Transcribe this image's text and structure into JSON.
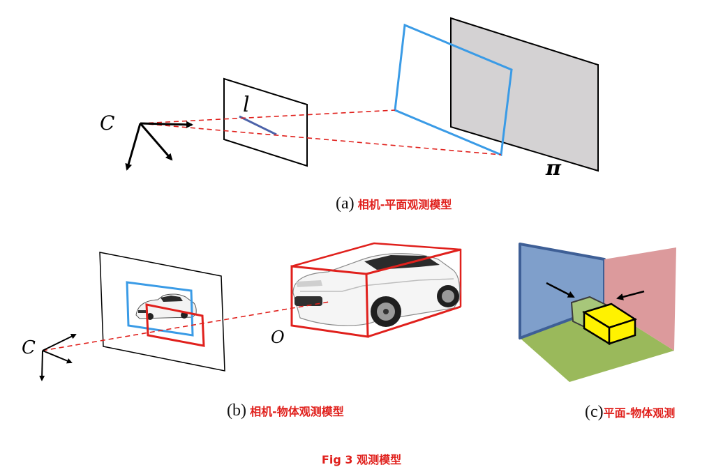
{
  "labels": {
    "camera_a": "C",
    "line": "l",
    "plane": "π",
    "camera_b": "C",
    "object": "O"
  },
  "captions": {
    "a": {
      "prefix": "(a)",
      "text": "相机-平面观测模型"
    },
    "b": {
      "prefix": "(b)",
      "text": "相机-物体观测模型"
    },
    "c": {
      "prefix": "(c)",
      "text": "平面-物体观测"
    }
  },
  "figure_title": "Fig 3 观测模型",
  "colors": {
    "red": "#e0201c",
    "blue": "#3a9be6",
    "gray_plane": "#d4d2d3",
    "wall_blue": "#7f9fcb",
    "wall_red": "#dc9a9c",
    "floor_green": "#9ab95b",
    "box_yellow": "#fff200",
    "box_green": "#a7c77a"
  }
}
